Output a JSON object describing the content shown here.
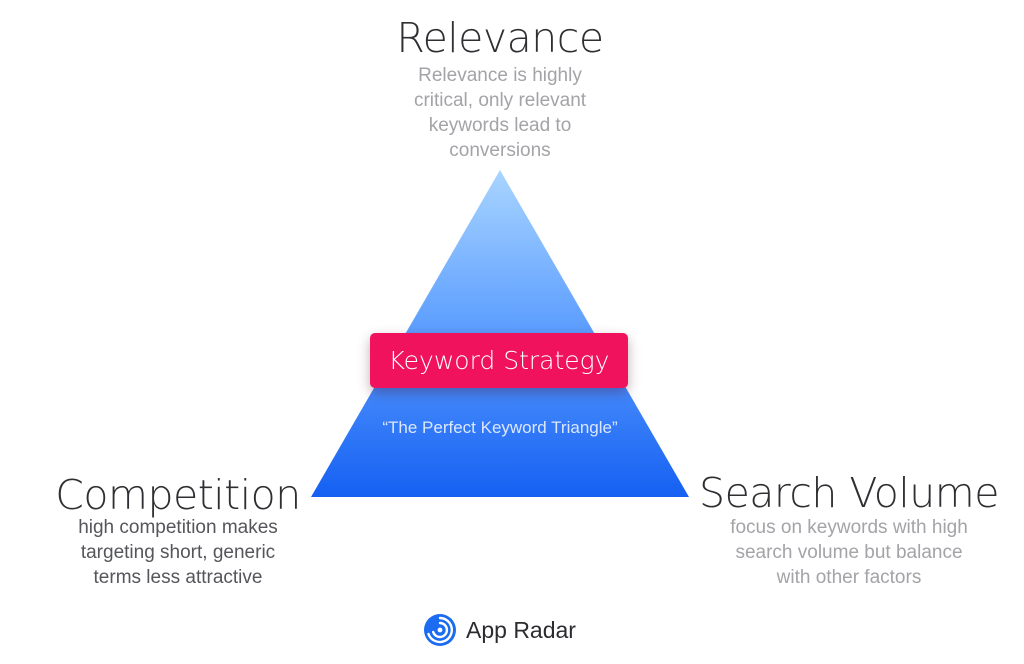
{
  "diagram": {
    "top": {
      "title": "Relevance",
      "description_lines": [
        "Relevance is highly",
        "critical, only relevant",
        "keywords lead to",
        "conversions"
      ]
    },
    "left": {
      "title": "Competition",
      "description_lines": [
        "high competition makes",
        "targeting short, generic",
        "terms less attractive"
      ]
    },
    "right": {
      "title": "Search Volume",
      "description_lines": [
        "focus on keywords with high",
        "search volume but balance",
        "with other factors"
      ]
    },
    "center": {
      "label": "Keyword Strategy",
      "subtitle": "“The Perfect Keyword Triangle”"
    }
  },
  "brand": {
    "name": "App Radar",
    "icon": "app-radar-logo-icon"
  },
  "colors": {
    "triangle_top": "#a9d5ff",
    "triangle_mid": "#5a9cff",
    "triangle_bottom": "#1560f2",
    "strategy_box": "#f0125c",
    "logo_blue": "#1b6cf0"
  }
}
